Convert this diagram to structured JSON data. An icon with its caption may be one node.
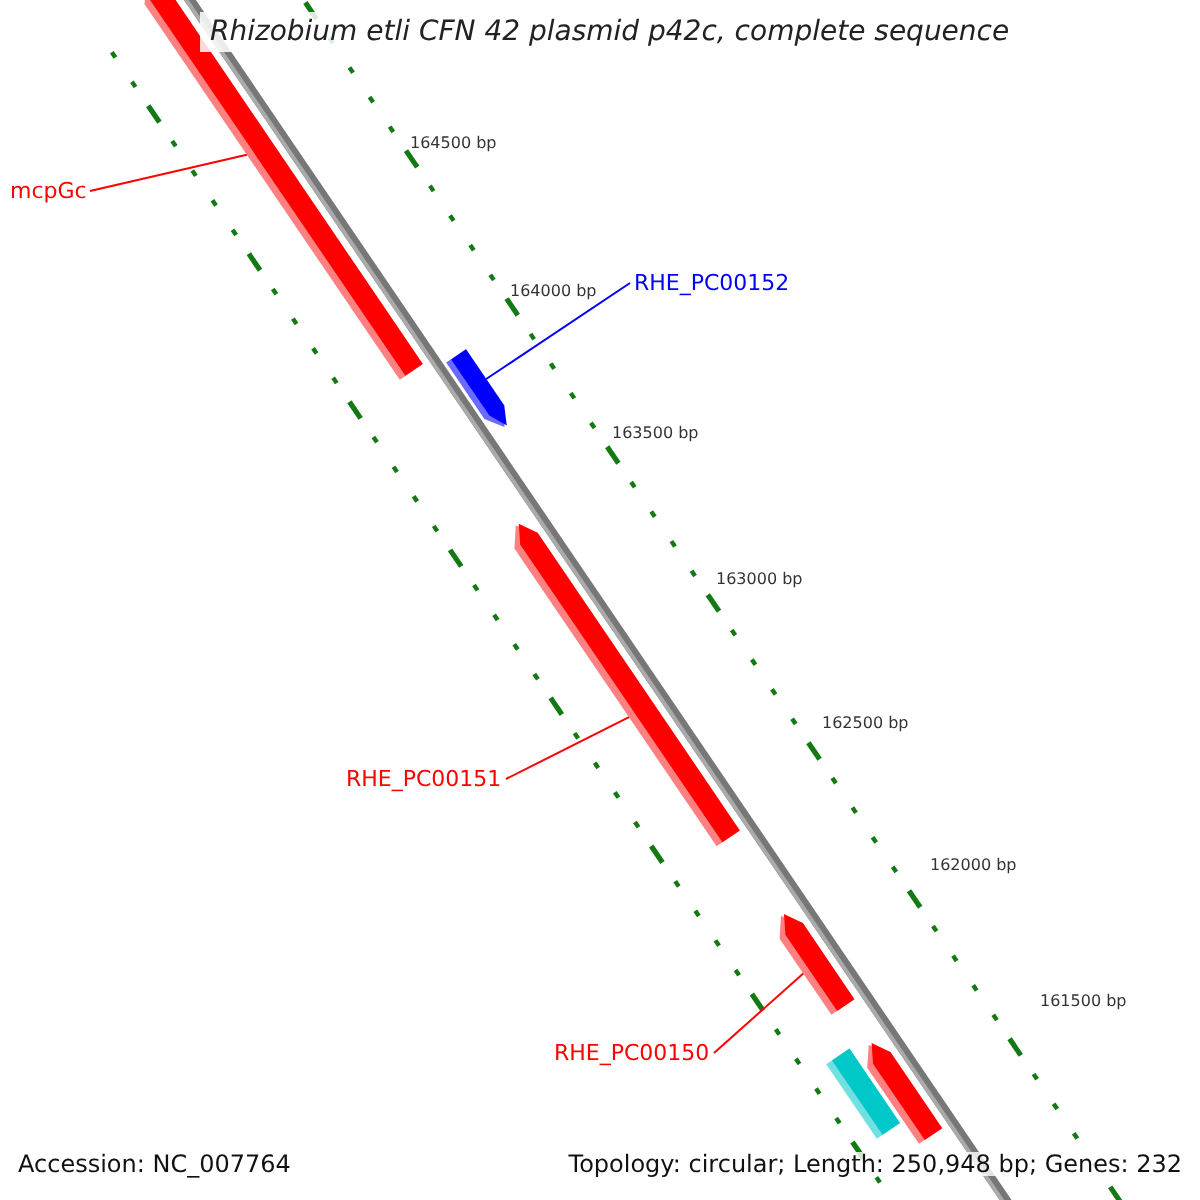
{
  "diagram": {
    "title": "Rhizobium etli CFN 42 plasmid p42c, complete sequence",
    "nodes": [
      {
        "text": [
          "mcpGc"
        ]
      },
      {
        "text": [],
        "shape": "arrow"
      },
      {
        "text": [
          "RHE_PC00152"
        ]
      },
      {
        "text": [],
        "shape": "arrow"
      },
      {
        "text": [
          "RHE_PC00151"
        ]
      },
      {
        "text": [],
        "shape": "arrow"
      },
      {
        "text": [
          "RHE_PC00150"
        ]
      },
      {
        "text": [],
        "shape": "arrow"
      },
      {
        "text": [],
        "shape": "arrow"
      },
      {
        "text": [],
        "shape": "arrow"
      }
    ],
    "edges": [
      {
        "from": 0,
        "to": 1,
        "arrow": "none",
        "color": "#ff0000"
      },
      {
        "from": 2,
        "to": 3,
        "arrow": "none",
        "color": "#0000ff"
      },
      {
        "from": 4,
        "to": 5,
        "arrow": "none",
        "color": "#ff0000"
      },
      {
        "from": 6,
        "to": 7,
        "arrow": "none",
        "color": "#ff0000"
      }
    ],
    "labels": [
      "164500 bp",
      "164000 bp",
      "163500 bp",
      "163000 bp",
      "162500 bp",
      "162000 bp",
      "161500 bp",
      "Accession: NC_007764",
      "Topology: circular; Length: 250,948 bp; Genes: 232"
    ]
  }
}
